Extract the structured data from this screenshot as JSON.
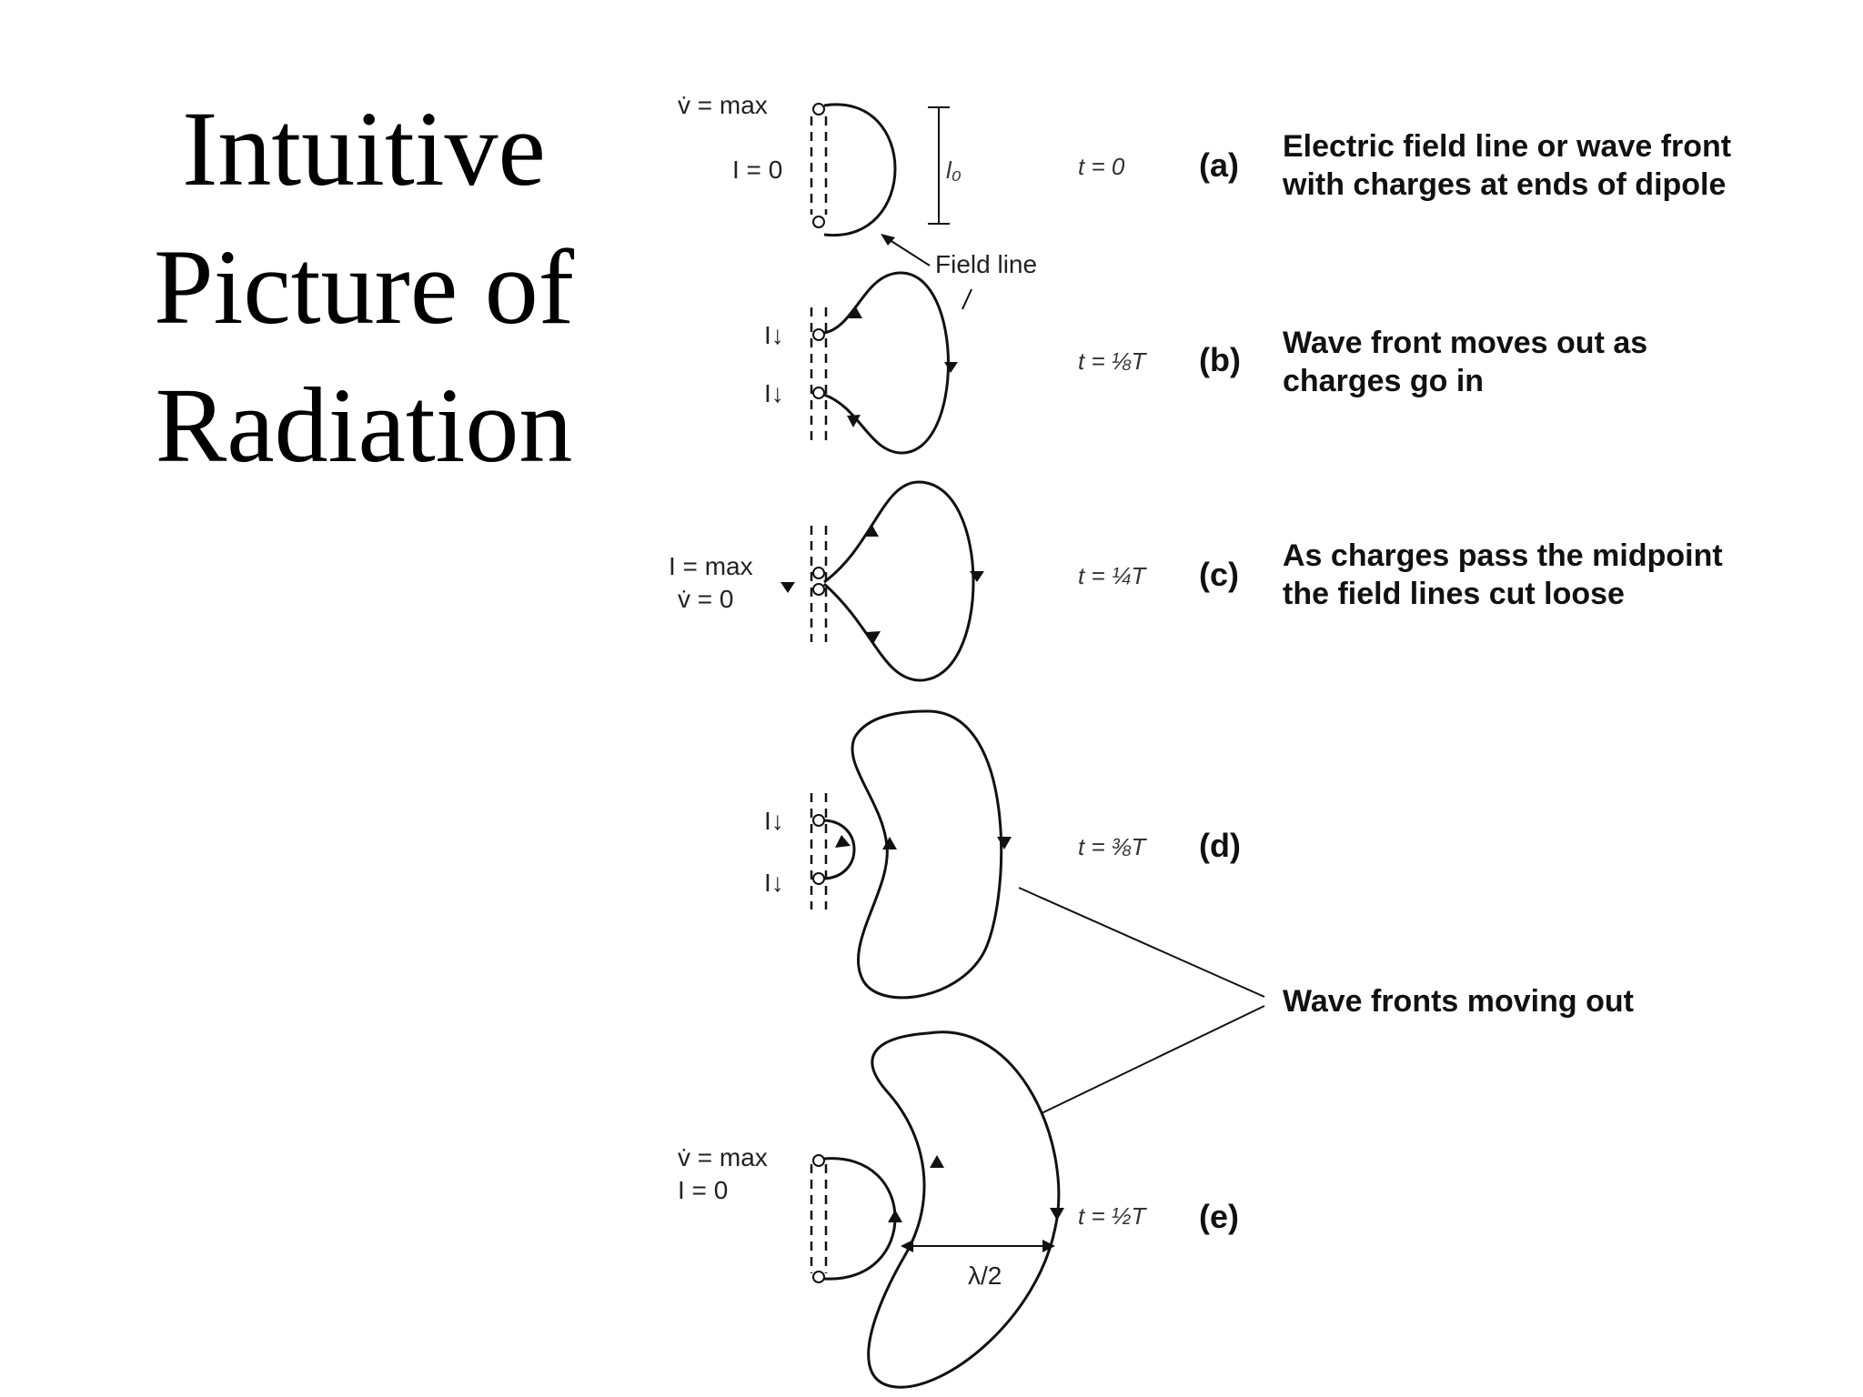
{
  "title": {
    "line1": "Intuitive",
    "line2": "Picture of",
    "line3": "Radiation"
  },
  "panels": [
    {
      "id": "a",
      "letter": "(a)",
      "time": "t = 0",
      "caption1": "Electric field line or wave front",
      "caption2": "with charges at ends of dipole",
      "left_top": "v̇ = max",
      "left_bottom": "I = 0",
      "dim": "l₀",
      "field_line": "Field line"
    },
    {
      "id": "b",
      "letter": "(b)",
      "time": "t = ⅛T",
      "caption1": "Wave front moves out as",
      "caption2": "charges go in",
      "left_top": "I↓",
      "left_bottom": "I↓"
    },
    {
      "id": "c",
      "letter": "(c)",
      "time": "t = ¼T",
      "caption1": "As charges pass the midpoint",
      "caption2": "the field lines cut loose",
      "left_top": "I = max",
      "left_bottom": "v̇ = 0"
    },
    {
      "id": "d",
      "letter": "(d)",
      "time": "t = ⅜T",
      "left_top": "I↓",
      "left_bottom": "I↓"
    },
    {
      "id": "e",
      "letter": "(e)",
      "time": "t = ½T",
      "left_top": "v̇ = max",
      "left_bottom": "I = 0",
      "half_wavelength": "λ/2"
    }
  ],
  "shared_caption": "Wave fronts moving out"
}
